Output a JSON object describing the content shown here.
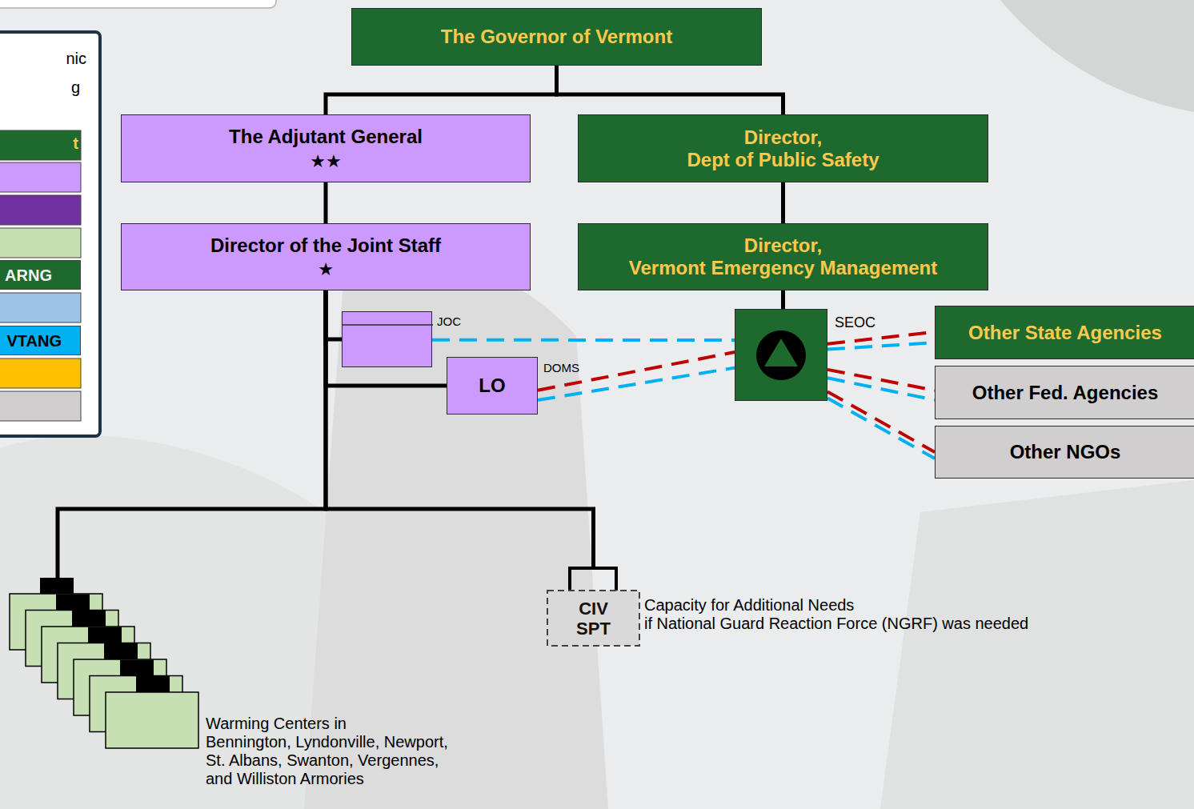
{
  "diagram": {
    "nodes": [
      {
        "text": [
          "The Governor of Vermont"
        ]
      },
      {
        "text": [
          "The Adjutant General",
          "★★"
        ]
      },
      {
        "text": [
          "Director, Dept of Public Safety"
        ]
      },
      {
        "text": [
          "Director of the Joint Staff",
          "★"
        ]
      },
      {
        "text": [
          "Director, Vermont Emergency Management"
        ]
      },
      {
        "text": [
          "JOC"
        ]
      },
      {
        "text": [
          "LO",
          "DOMS"
        ]
      },
      {
        "text": [
          "SEOC"
        ]
      },
      {
        "text": [
          "Other State Agencies"
        ]
      },
      {
        "text": [
          "Other Fed. Agencies"
        ]
      },
      {
        "text": [
          "Other NGOs"
        ]
      },
      {
        "text": [
          "Warming Centers in Bennington, Lyndonville, Newport, St. Albans, Swanton, Vergennes, and Williston Armories"
        ]
      },
      {
        "text": [
          "CIV SPT",
          "Capacity for Additional Needs if National Guard Reaction Force (NGRF) was needed"
        ]
      }
    ],
    "edges": [
      {
        "from": 0,
        "to": 1,
        "arrow": "none"
      },
      {
        "from": 0,
        "to": 2,
        "arrow": "none"
      },
      {
        "from": 1,
        "to": 3,
        "arrow": "none"
      },
      {
        "from": 2,
        "to": 4,
        "arrow": "none"
      },
      {
        "from": 4,
        "to": 7,
        "arrow": "none"
      },
      {
        "from": 3,
        "to": 5,
        "arrow": "none"
      },
      {
        "from": 3,
        "to": 6,
        "arrow": "none"
      },
      {
        "from": 3,
        "to": 11,
        "arrow": "none"
      },
      {
        "from": 3,
        "to": 12,
        "arrow": "none"
      },
      {
        "from": 5,
        "to": 7,
        "arrow": "none"
      },
      {
        "from": 6,
        "to": 7,
        "arrow": "none"
      },
      {
        "from": 6,
        "to": 7,
        "arrow": "none"
      },
      {
        "from": 7,
        "to": 8,
        "arrow": "none"
      },
      {
        "from": 7,
        "to": 8,
        "arrow": "none"
      },
      {
        "from": 7,
        "to": 9,
        "arrow": "none"
      },
      {
        "from": 7,
        "to": 9,
        "arrow": "none"
      },
      {
        "from": 7,
        "to": 10,
        "arrow": "none"
      },
      {
        "from": 7,
        "to": 10,
        "arrow": "none"
      }
    ],
    "labels": [
      "nic",
      "g",
      "t"
    ],
    "legend": [
      {
        "text": "ARNG",
        "color": "#1e6a2e"
      },
      {
        "text": "VTANG",
        "color": "#00b0f0"
      }
    ]
  }
}
